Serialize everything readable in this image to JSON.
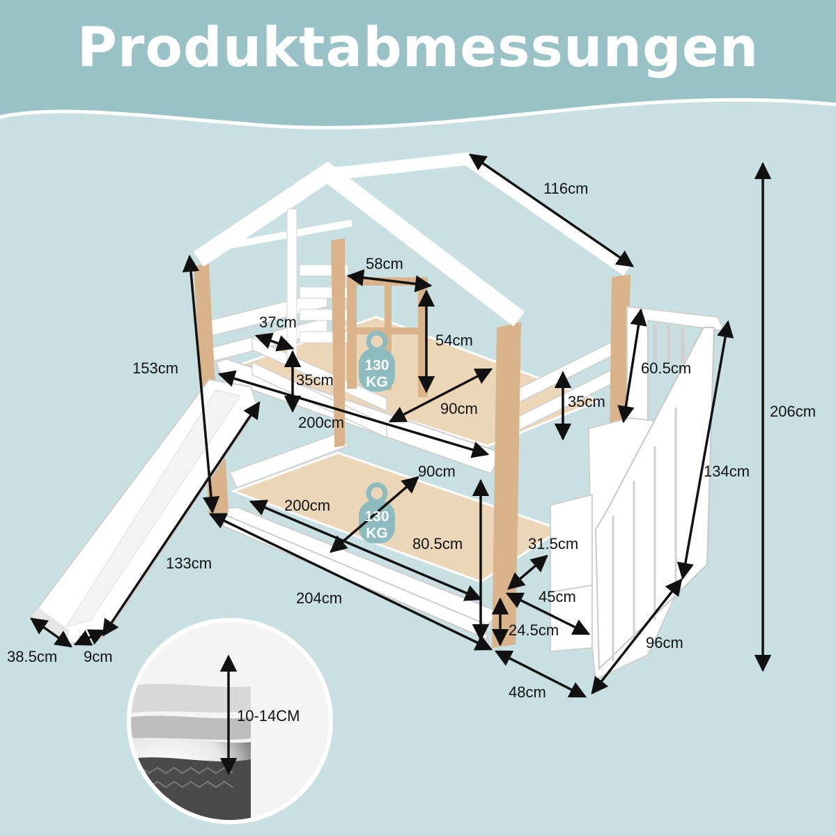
{
  "title": "Produktabmessungen",
  "colors": {
    "background": "#c9e0e3",
    "banner": "#98c2c6",
    "wood": "#d9b48a",
    "frame": "#ffffff",
    "arrow": "#111111",
    "weight_icon": "#8cbcbf"
  },
  "dimensions": {
    "roof_depth": "116cm",
    "window_width": "58cm",
    "window_height": "54cm",
    "upper_rail_width": "37cm",
    "upper_rail_height": "35cm",
    "upper_side_rail_height": "35cm",
    "upper_length": "200cm",
    "upper_width": "90cm",
    "total_height_front": "153cm",
    "lower_length": "200cm",
    "lower_width": "90cm",
    "lower_post_height": "80.5cm",
    "total_length": "204cm",
    "slide_length": "133cm",
    "slide_width": "38.5cm",
    "slide_end": "9cm",
    "stair_top_height": "60.5cm",
    "stair_height": "134cm",
    "total_height": "206cm",
    "step_depth": "31.5cm",
    "step_width": "45cm",
    "step_height": "24.5cm",
    "stair_length": "96cm",
    "stair_width": "48cm",
    "mattress_height": "10-14CM"
  },
  "weight_badges": [
    {
      "value": "130",
      "unit": "KG"
    },
    {
      "value": "130",
      "unit": "KG"
    }
  ]
}
